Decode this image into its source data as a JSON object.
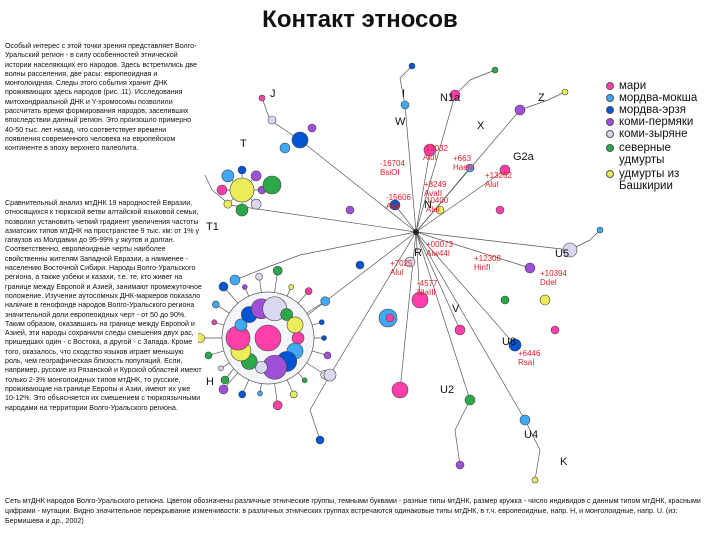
{
  "title": "Контакт этносов",
  "paragraphs": [
    "Особый интерес с этой точки зрения представляет Волго-Уральский регион - в силу особенностей этнической истории населяющих его народов. Здесь встретились две волны расселения, две расы: европеоидная и монголоидная. Следы этого события хранит ДНК проживающих здесь народов (рис. 11). Исследования митохондриальной ДНК и Y-хромосомы позволили рассчитать время формирования народов, заселивших впоследствии данный регион. Это произошло примерно 40-50 тыс. лет назад, что соответствует времени появления современного человека на европейском континенте в эпоху верхнего палеолита.",
    "Сравнительный анализ мтДНК 19 народностей Евразии, относящихся к тюркской ветви алтайской языковой семьи, позволил установить четкий градиент увеличения частоты азиатских типов мтДНК на пространстве 9 тыс. км: от 1% у гагаузов из Молдавии до 95-99% у якутов и долган. Соответственно, европеоидные черты наиболее свойственны жителям Западной Евразии, а наименее - населению Восточной Сибири. Народы Волго-Уральского региона, а также узбеки и казахи, т.е. те, кто живет на границе между Европой и Азией, занимают промежуточное положение. Изучение аутосомных ДНК-маркеров показало наличие в генофонде народов Волго-Уральского региона значительной доли европеоидных черт - от 50 до 90%. Таким образом, оказавшись на границе между Европой и Азией, эти народы сохранили следы смешения двух рас, пришедших один - с Востока, а другой - с Запада. Кроме того, оказалось, что сходство языков играет меньшую роль, чем географическая близость популяций. Если, например, русские из Рязанской и Курской областей имеют только 2-3% монголоидных типов мтДНК, то русские, проживающие на границе Европы и Азии, имеют их уже 10-12%. Это объясняется их смешением с тюркоязычными народами на территории Волго-Уральского региона."
  ],
  "caption": "Сеть мтДНК народов Волго-Уральского региона. Цветом обозначены различные этнические группы, темными буквами - разные типы мтДНК, размер кружка - число индивидов с данным типом мтДНК, красными цифрами - мутации. Видно значительное перекрывание изменчивости: в различных этнических группах встречаются одинаковые типы мтДНК, в т.ч. европеоидные, напр. H, и монголоидные, напр. U. (из: Бермишева и др., 2002)",
  "legend": [
    {
      "label": "мари",
      "color": "#ff3fa9"
    },
    {
      "label": "мордва-мокша",
      "color": "#3fa9f5"
    },
    {
      "label": "мордва-эрзя",
      "color": "#0055d4"
    },
    {
      "label": "коми-пермяки",
      "color": "#a050d8"
    },
    {
      "label": "коми-зыряне",
      "color": "#d8d8f0"
    },
    {
      "label": "северные удмурты",
      "color": "#2aa84a"
    },
    {
      "label": "удмурты из Башкирии",
      "color": "#ecec5a"
    }
  ],
  "network": {
    "haplogroups": [
      "J",
      "I",
      "N1a",
      "Z",
      "T",
      "W",
      "X",
      "G2a",
      "T1",
      "N",
      "R",
      "U5",
      "H",
      "V",
      "U8",
      "U2",
      "U4",
      "K"
    ],
    "mutations": [
      "-10032\nAluI",
      "+663\nHaeIII",
      "-16704\nBsiOI",
      "+8249\nAvaII",
      "+13262\nAluI",
      "-15606\nAluI",
      "10400\nAluI",
      "+00073\nAlw44I",
      "+7025\nAluI",
      "+12308\nHinfI",
      "+10394\nDdeI",
      "-4577\nNlaIII",
      "+6446\nRsaI"
    ]
  }
}
